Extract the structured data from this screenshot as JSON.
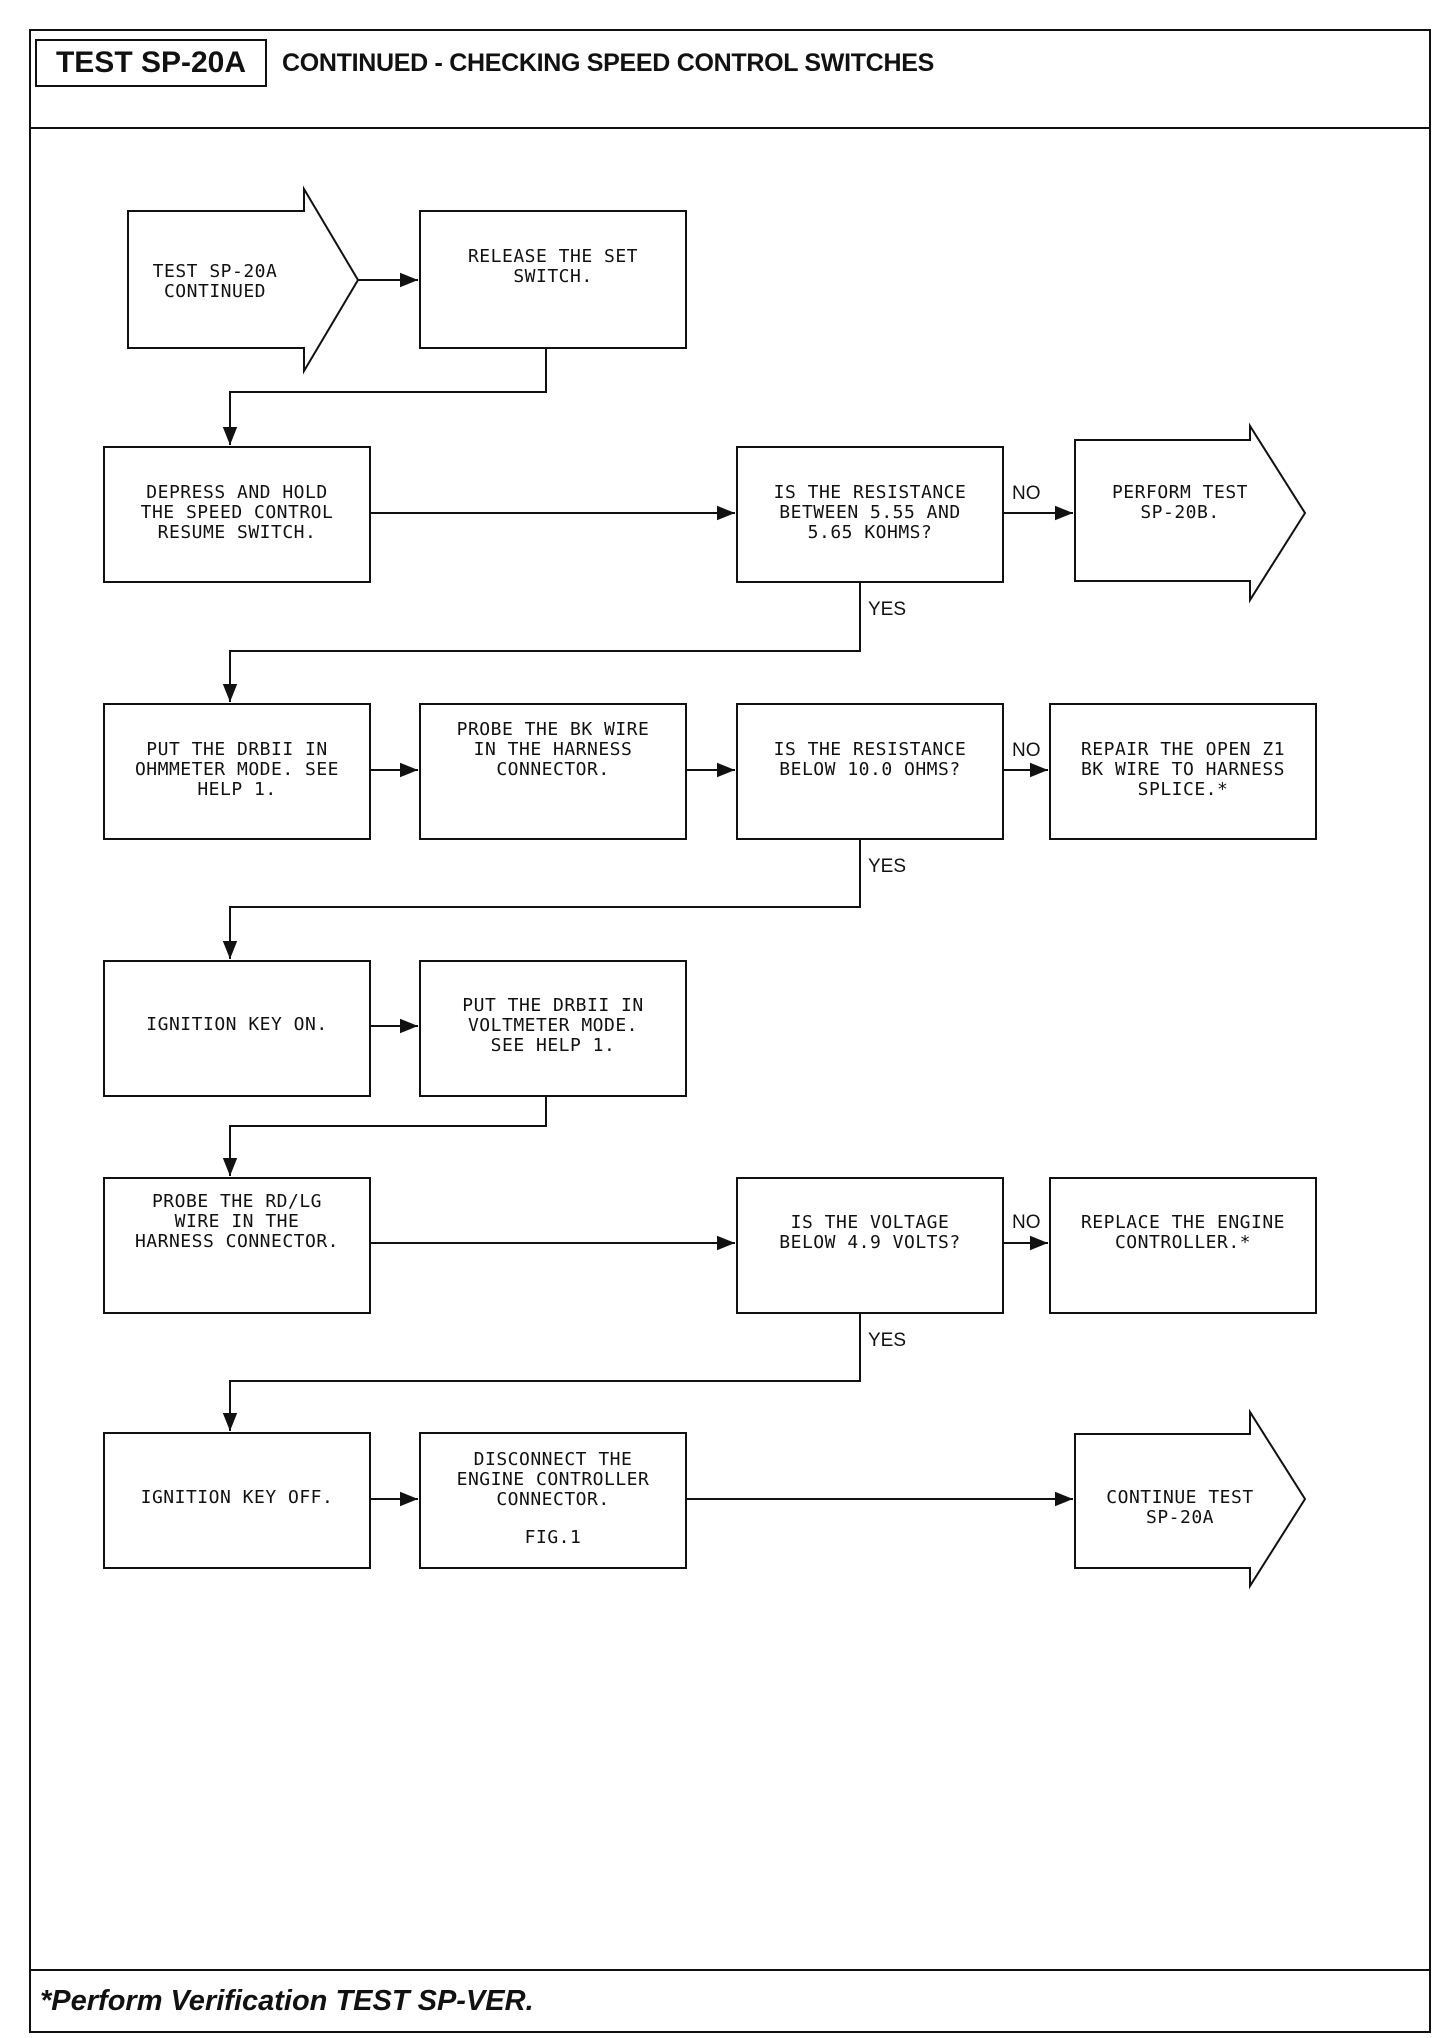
{
  "header": {
    "test_id": "TEST  SP-20A",
    "title": "CONTINUED - CHECKING SPEED CONTROL SWITCHES"
  },
  "steps": {
    "start": "TEST SP-20A\nCONTINUED",
    "release_set": "RELEASE THE SET\nSWITCH.",
    "depress_resume": "DEPRESS AND HOLD\nTHE SPEED CONTROL\nRESUME SWITCH.",
    "q_resistance_kohms": "IS THE RESISTANCE\nBETWEEN 5.55 AND\n5.65 KOHMS?",
    "perform_20b": "PERFORM TEST\nSP-20B.",
    "drbii_ohmmeter": "PUT THE DRBII IN\nOHMMETER MODE. SEE\nHELP 1.",
    "probe_bk": "PROBE THE BK WIRE\nIN THE HARNESS\nCONNECTOR.",
    "q_resistance_ohms": "IS THE RESISTANCE\nBELOW 10.0 OHMS?",
    "repair_z1": "REPAIR THE OPEN Z1\nBK WIRE TO HARNESS\nSPLICE.*",
    "ignition_on": "IGNITION KEY ON.",
    "drbii_voltmeter": "PUT THE DRBII IN\nVOLTMETER MODE.\nSEE HELP 1.",
    "probe_rdlg": "PROBE THE RD/LG\nWIRE IN THE\nHARNESS CONNECTOR.",
    "q_voltage": "IS THE VOLTAGE\nBELOW 4.9 VOLTS?",
    "replace_controller": "REPLACE THE ENGINE\nCONTROLLER.*",
    "ignition_off": "IGNITION KEY OFF.",
    "disconnect": "DISCONNECT THE\nENGINE CONTROLLER\nCONNECTOR.",
    "fig": "FIG.1",
    "continue_20a": "CONTINUE TEST\nSP-20A"
  },
  "labels": {
    "no": "NO",
    "yes": "YES"
  },
  "footer": {
    "note": "*Perform Verification TEST SP-VER."
  }
}
